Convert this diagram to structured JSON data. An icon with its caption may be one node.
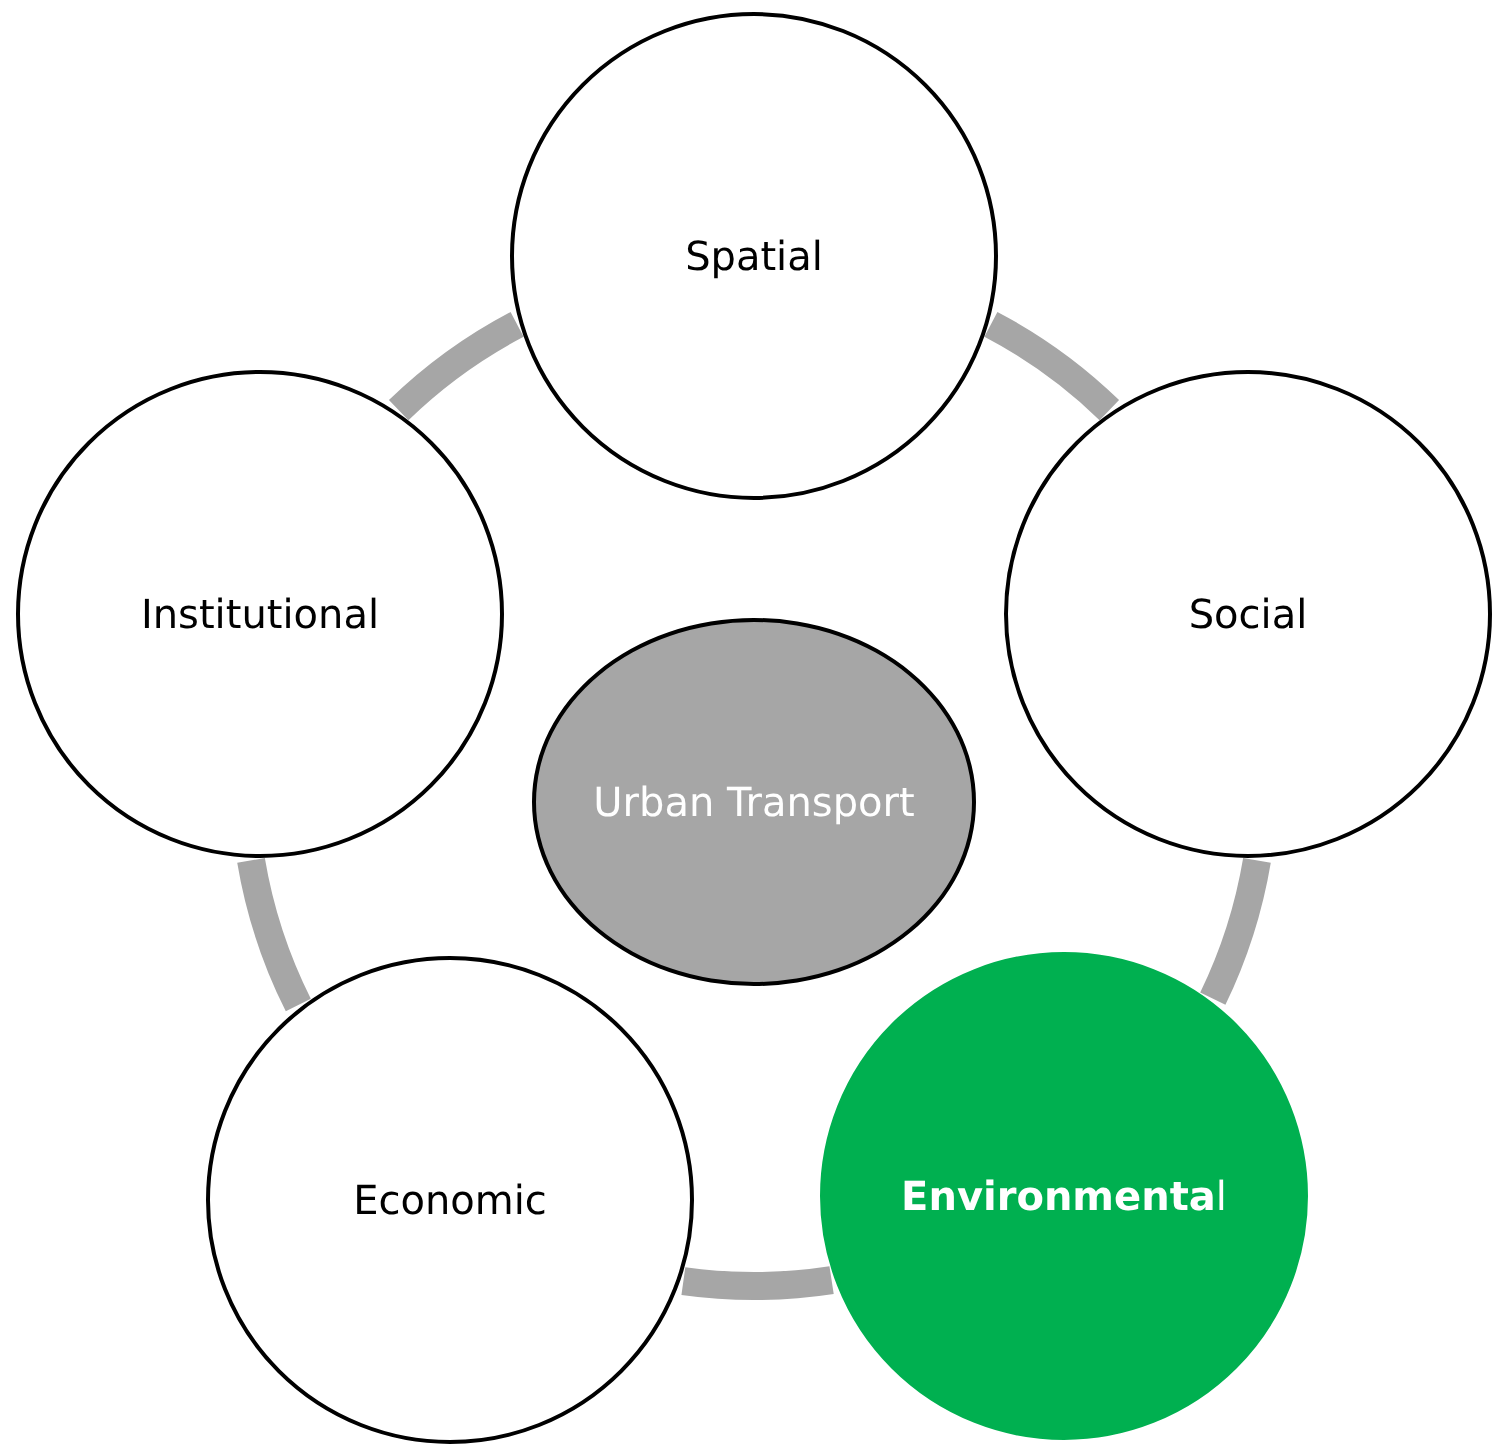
{
  "diagram": {
    "nodes": [
      {
        "text": [
          "Urban Transport"
        ]
      },
      {
        "text": [
          "Spatial"
        ]
      },
      {
        "text": [
          "Social"
        ]
      },
      {
        "text": [
          "**Environmenta**l"
        ]
      },
      {
        "text": [
          "Economic"
        ]
      },
      {
        "text": [
          "Institutional"
        ]
      }
    ],
    "edges": [
      {
        "from": 1,
        "to": 2,
        "arrow": "none"
      },
      {
        "from": 2,
        "to": 3,
        "arrow": "none"
      },
      {
        "from": 3,
        "to": 4,
        "arrow": "none"
      },
      {
        "from": 4,
        "to": 5,
        "arrow": "none"
      },
      {
        "from": 5,
        "to": 1,
        "arrow": "none"
      }
    ]
  }
}
